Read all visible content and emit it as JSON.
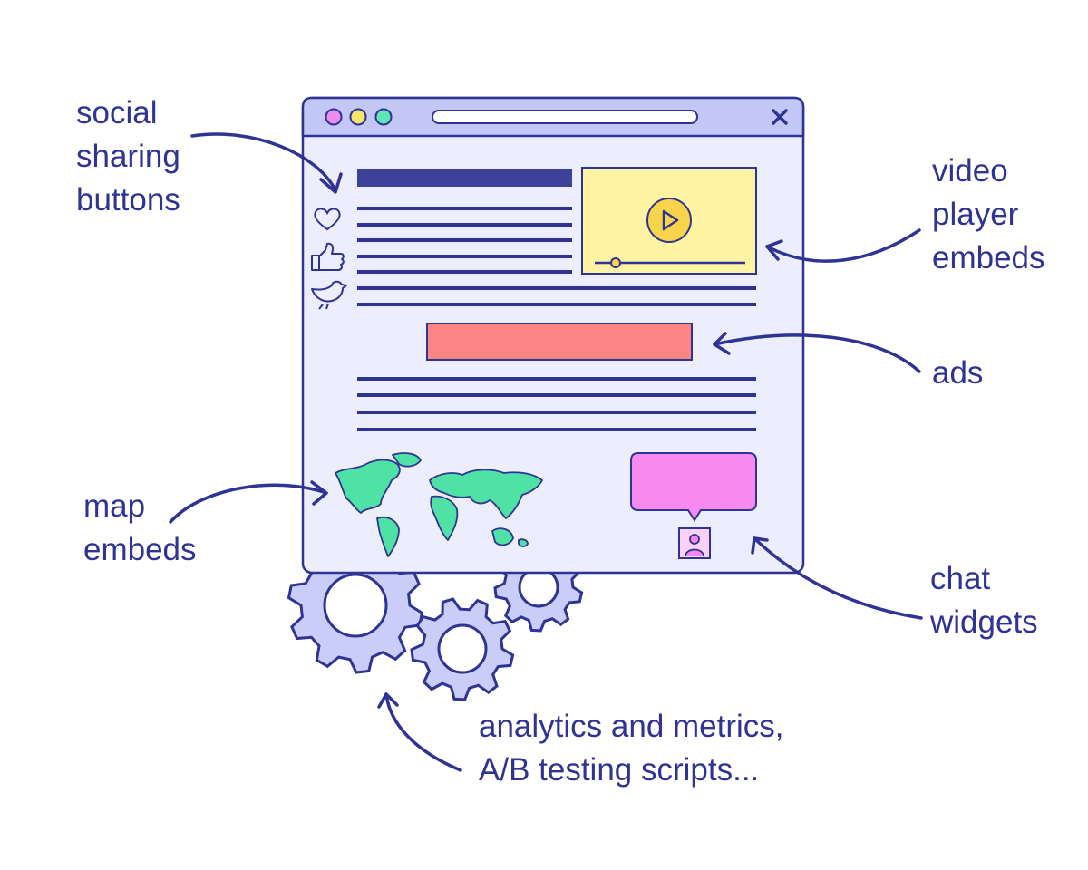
{
  "labels": {
    "social": [
      "social",
      "sharing",
      "buttons"
    ],
    "video": [
      "video",
      "player",
      "embeds"
    ],
    "ads": [
      "ads"
    ],
    "map": [
      "map",
      "embeds"
    ],
    "chat": [
      "chat",
      "widgets"
    ],
    "scripts": [
      "analytics and metrics,",
      "A/B testing scripts..."
    ]
  },
  "icons": {
    "window_controls": [
      "close-dot-pink",
      "minimize-dot-yellow",
      "maximize-dot-green"
    ],
    "close": "close-x-icon",
    "social": [
      "heart-icon",
      "thumbs-up-icon",
      "bird-icon"
    ],
    "video": "play-icon",
    "map": "world-map-icon",
    "chat": "person-icon",
    "gears": "gear-icon"
  },
  "colors": {
    "ink": "#2f3394",
    "window_bg": "#eceefd",
    "titlebar": "#c3c7f6",
    "video_bg": "#fdf3a3",
    "play_circle": "#f8d44a",
    "ad": "#fb8585",
    "chat_bubble": "#f889ef",
    "map_land": "#4fe2a5",
    "gear_fill": "#c9cdf7",
    "dot_pink": "#f08cef",
    "dot_yellow": "#f5e66a",
    "dot_green": "#5ee6b3"
  }
}
